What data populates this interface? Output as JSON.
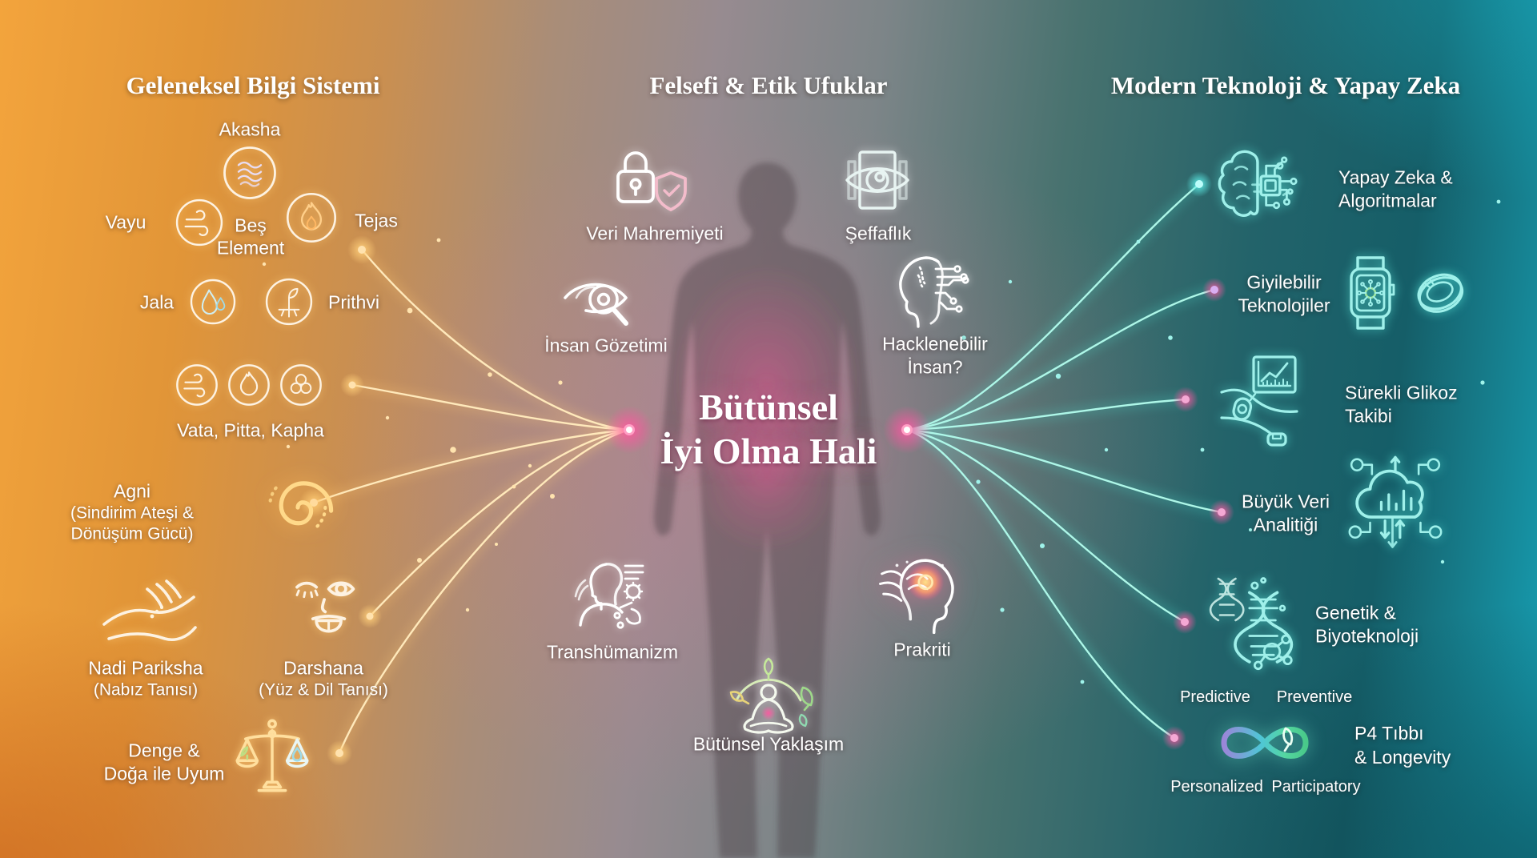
{
  "palette": {
    "left_bg": "#e8953a",
    "right_bg": "#156a72",
    "center_glow": "#eb7896",
    "gold_line": "#ffdf9e",
    "teal_line": "#7ff0dc",
    "hub_node": "#ff3d8a",
    "gold_dot": "#ffb75e",
    "teal_dot": "#46e3e8",
    "purple_dot": "#c08ae8",
    "pink_dot": "#ef6fb8",
    "icon_cream": "#fff3dc",
    "icon_cyan": "#8feee4",
    "leaf_green": "#9ed98a",
    "leaf_yellow": "#e8d478",
    "drop_cyan": "#9fdbe8"
  },
  "sections": {
    "left": {
      "title": "Geleneksel Bilgi Sistemi",
      "five_elements": {
        "akasha": "Akasha",
        "vayu": "Vayu",
        "tejas": "Tejas",
        "jala": "Jala",
        "prithvi": "Prithvi",
        "center_line1": "Beş",
        "center_line2": "Element"
      },
      "doshas": "Vata, Pitta, Kapha",
      "agni_line1": "Agni",
      "agni_line2": "(Sindirim Ateşi &",
      "agni_line3": "Dönüşüm Gücü)",
      "nadi_line1": "Nadi Pariksha",
      "nadi_line2": "(Nabız Tanısı)",
      "darshana_line1": "Darshana",
      "darshana_line2": "(Yüz & Dil Tanısı)",
      "denge_line1": "Denge &",
      "denge_line2": "Doğa ile Uyum"
    },
    "center": {
      "title": "Felsefi & Etik Ufuklar",
      "veri": "Veri Mahremiyeti",
      "seffaflik": "Şeffaflık",
      "gozetim": "İnsan Gözetimi",
      "hack_line1": "Hacklenebilir",
      "hack_line2": "İnsan?",
      "main_line1": "Bütünsel",
      "main_line2": "İyi Olma Hali",
      "trans": "Transhümanizm",
      "prakriti": "Prakriti",
      "yaklasim": "Bütünsel Yaklaşım"
    },
    "right": {
      "title": "Modern Teknoloji & Yapay Zeka",
      "ai_line1": "Yapay Zeka &",
      "ai_line2": "Algoritmalar",
      "wear_line1": "Giyilebilir",
      "wear_line2": "Teknolojiler",
      "cgm_line1": "Sürekli Glikoz",
      "cgm_line2": "Takibi",
      "bigdata_line1": "Büyük Veri",
      "bigdata_line2": "Analitiği",
      "gen_line1": "Genetik &",
      "gen_line2": "Biyoteknoloji",
      "p4_line1": "P4 Tıbbı",
      "p4_line2": "& Longevity",
      "p4_predictive": "Predictive",
      "p4_preventive": "Preventive",
      "p4_personalized": "Personalized",
      "p4_participatory": "Participatory"
    }
  }
}
